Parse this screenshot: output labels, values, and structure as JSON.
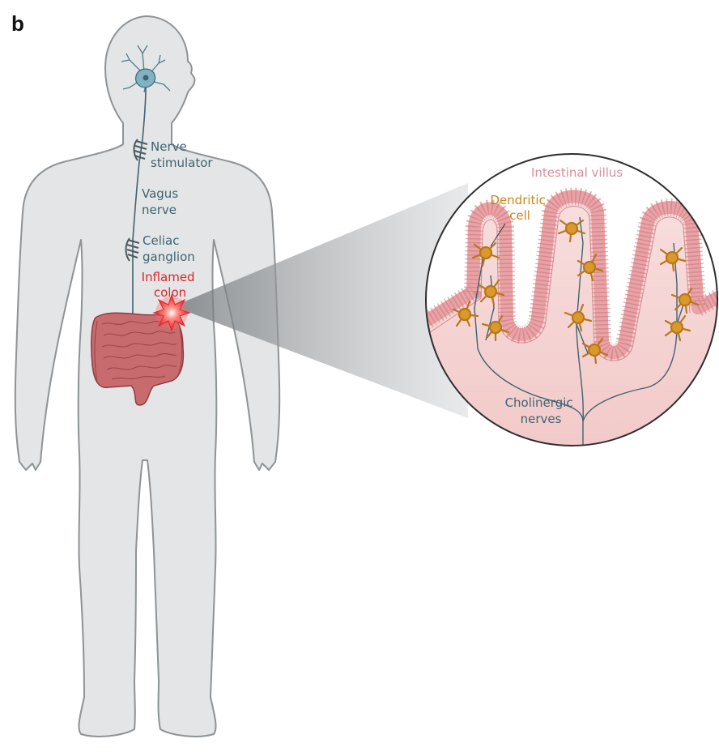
{
  "panel_label": "b",
  "labels": {
    "nerve_stimulator": [
      "Nerve",
      "stimulator"
    ],
    "vagus_nerve": [
      "Vagus",
      "nerve"
    ],
    "celiac_ganglion": [
      "Celiac",
      "ganglion"
    ],
    "inflamed_colon": [
      "Inflamed",
      "colon"
    ],
    "intestinal_villus": "Intestinal villus",
    "dendritic_cell": [
      "Dendritic",
      "cell"
    ],
    "cholinergic_nerves": [
      "Cholinergic",
      "nerves"
    ]
  },
  "colors": {
    "body_fill": "#e3e5e6",
    "body_outline": "#8e9396",
    "nerve": "#3f6373",
    "neuron": "#7fb3c4",
    "colon": "#c86b6f",
    "inflammation": "#e0242b",
    "villus": "#e9a2a5",
    "dendritic_cell": "#d99a2b"
  }
}
